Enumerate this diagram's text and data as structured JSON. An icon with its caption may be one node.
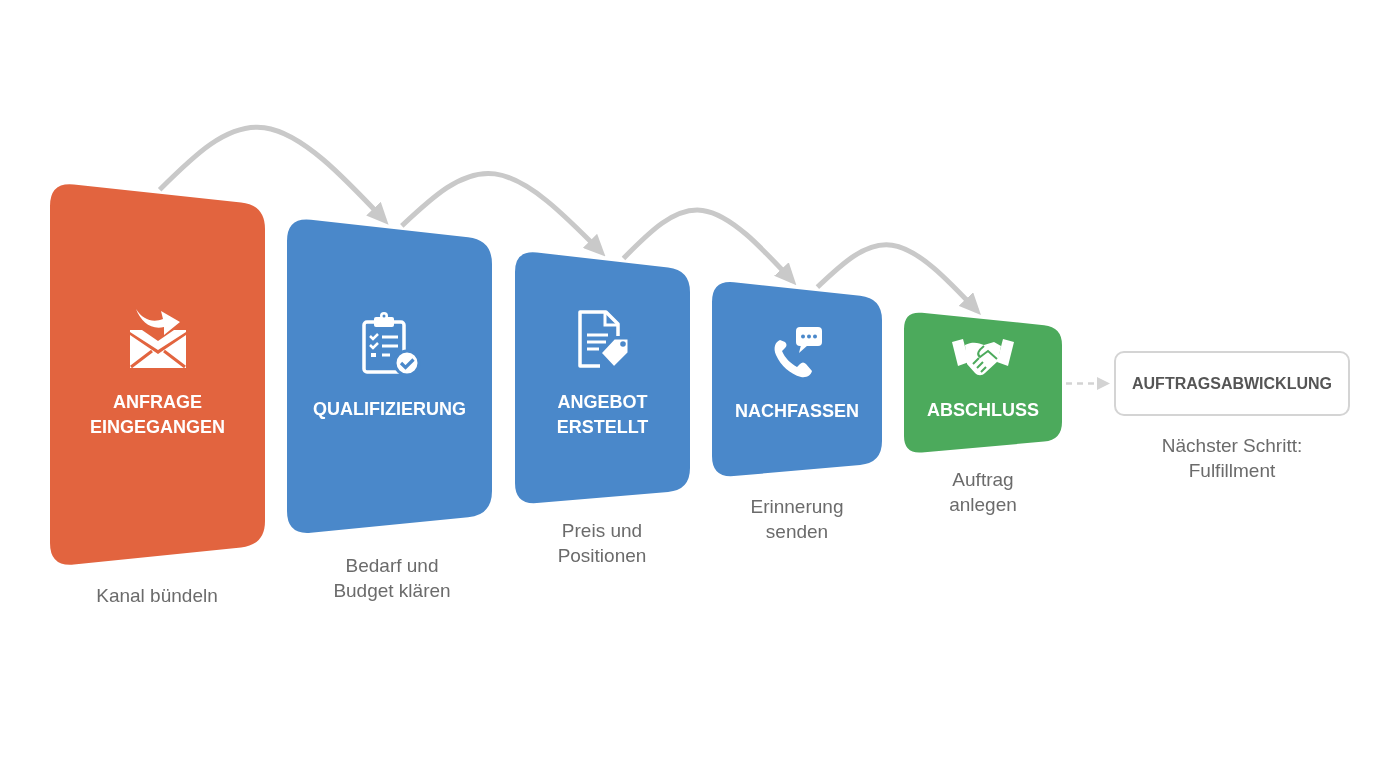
{
  "diagram": {
    "nodes": [
      {
        "text": [
          "ANFRAGE EINGEGANGEN"
        ],
        "beside": [
          "Kanal bündeln"
        ]
      },
      {
        "text": [
          "QUALIFIZIERUNG"
        ],
        "beside": [
          "Bedarf und Budget klären"
        ]
      },
      {
        "text": [
          "ANGEBOT ERSTELLT"
        ],
        "beside": [
          "Preis und Positionen"
        ]
      },
      {
        "text": [
          "NACHFASSEN"
        ],
        "beside": [
          "Erinnerung senden"
        ]
      },
      {
        "text": [
          "ABSCHLUSS"
        ],
        "beside": [
          "Auftrag anlegen"
        ]
      },
      {
        "text": [
          "AUFTRAGSABWICKLUNG"
        ],
        "beside": [
          "Nächster Schritt: Fulfillment"
        ]
      }
    ],
    "edges": [
      {
        "from": 0,
        "to": 1,
        "arrow": "to"
      },
      {
        "from": 1,
        "to": 2,
        "arrow": "to"
      },
      {
        "from": 2,
        "to": 3,
        "arrow": "to"
      },
      {
        "from": 3,
        "to": 4,
        "arrow": "to"
      },
      {
        "from": 4,
        "to": 5,
        "arrow": "to",
        "style": "dashed"
      }
    ]
  }
}
